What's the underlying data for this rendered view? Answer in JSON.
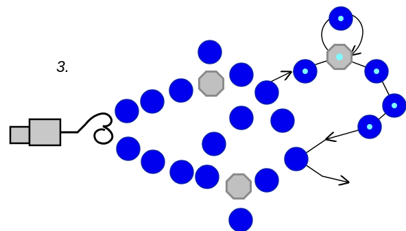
{
  "step_label": "3.",
  "colors": {
    "bead_blue": "#0000ee",
    "bead_blue_outline": "#0b22a8",
    "bead_blue_highlight": "#3b6cff",
    "bead_gray": "#c0c0c0",
    "bead_gray_outline": "#8a8a8a",
    "bead_center": "#7ff8ff",
    "clasp_fill": "#c8c8c8",
    "line": "#000000"
  },
  "components": {
    "clasp": "clasp-icon",
    "wire_loop": "wire-loop",
    "threading_path": "threading-path",
    "direction_arrows": [
      "arrow-upper",
      "arrow-loop",
      "arrow-return",
      "arrow-exit"
    ]
  }
}
